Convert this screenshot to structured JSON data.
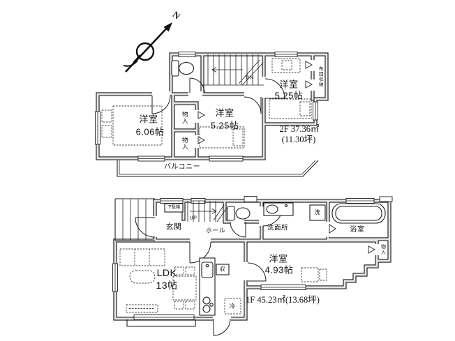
{
  "compass": {
    "north": "N"
  },
  "colors": {
    "line": "#1c1c1c",
    "wall_fill": "#e4e4e4",
    "paper": "#ffffff"
  },
  "floor2": {
    "rooms": {
      "left": {
        "label": "洋室",
        "size": "6.06帖"
      },
      "middle": {
        "label": "洋室",
        "size": "5.25帖"
      },
      "right": {
        "label": "洋室",
        "size": "5.25帖"
      }
    },
    "closet_top": "物入",
    "closet_bottom": "物入",
    "futon_storage": "布団収納",
    "stairs_down": "DN",
    "balcony": "バルコニー",
    "area": "2F 37.36㎡",
    "area_tsubo": "(11.30坪)"
  },
  "floor1": {
    "entrance": "玄関",
    "shoe_cabinet": "下駄箱",
    "stairs_up": "UP",
    "hall": "ホール",
    "washroom": "洗面所",
    "washer": "洗",
    "bathroom": "浴室",
    "closet": "物入",
    "kitchen_storage": "収",
    "fridge": "冷",
    "ldk": {
      "label": "LDK",
      "size": "13帖"
    },
    "bedroom": {
      "label": "洋室",
      "size": "4.93帖"
    },
    "area": "1F 45.23㎡(13.68坪)"
  }
}
